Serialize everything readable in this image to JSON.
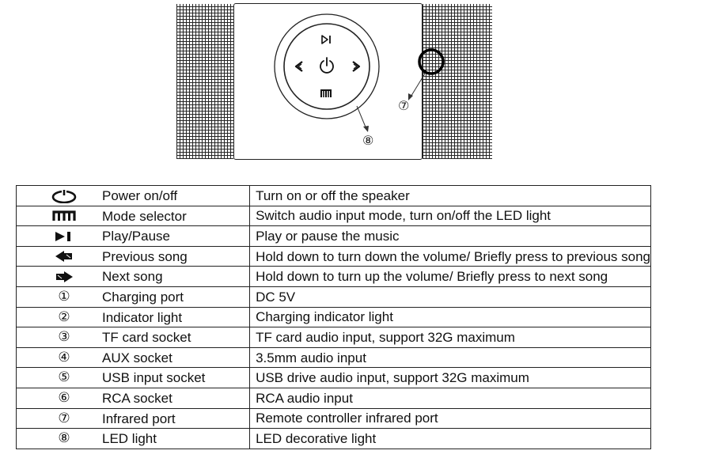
{
  "diagram": {
    "control_icons": [
      "play-pause-icon",
      "previous-icon",
      "power-icon",
      "next-icon",
      "mode-icon"
    ],
    "callouts": [
      {
        "label": "⑦"
      },
      {
        "label": "⑧"
      }
    ]
  },
  "legend": {
    "rows": [
      {
        "symbol_icon": "power-icon",
        "symbol": "",
        "name": "Power on/off",
        "description": "Turn on or off the speaker"
      },
      {
        "symbol_icon": "mode-icon",
        "symbol": "",
        "name": "Mode selector",
        "description": "Switch audio input mode, turn on/off the LED light"
      },
      {
        "symbol_icon": "play-pause-icon",
        "symbol": "",
        "name": "Play/Pause",
        "description": "Play or pause the music"
      },
      {
        "symbol_icon": "previous-icon",
        "symbol": "",
        "name": "Previous song",
        "description": "Hold down to turn down the volume/ Briefly press to previous song"
      },
      {
        "symbol_icon": "next-icon",
        "symbol": "",
        "name": "Next song",
        "description": "Hold down to turn up the volume/ Briefly press to next song"
      },
      {
        "symbol_icon": "",
        "symbol": "①",
        "name": "Charging port",
        "description": "DC 5V"
      },
      {
        "symbol_icon": "",
        "symbol": "②",
        "name": "Indicator light",
        "description": "Charging indicator light"
      },
      {
        "symbol_icon": "",
        "symbol": "③",
        "name": "TF card socket",
        "description": "TF card audio input, support 32G maximum"
      },
      {
        "symbol_icon": "",
        "symbol": "④",
        "name": "AUX socket",
        "description": "3.5mm audio input"
      },
      {
        "symbol_icon": "",
        "symbol": "⑤",
        "name": "USB input socket",
        "description": "USB drive audio input, support 32G maximum"
      },
      {
        "symbol_icon": "",
        "symbol": "⑥",
        "name": "RCA socket",
        "description": "RCA audio input"
      },
      {
        "symbol_icon": "",
        "symbol": "⑦",
        "name": "Infrared port",
        "description": "Remote controller infrared port"
      },
      {
        "symbol_icon": "",
        "symbol": "⑧",
        "name": "LED light",
        "description": "LED decorative light"
      }
    ]
  }
}
